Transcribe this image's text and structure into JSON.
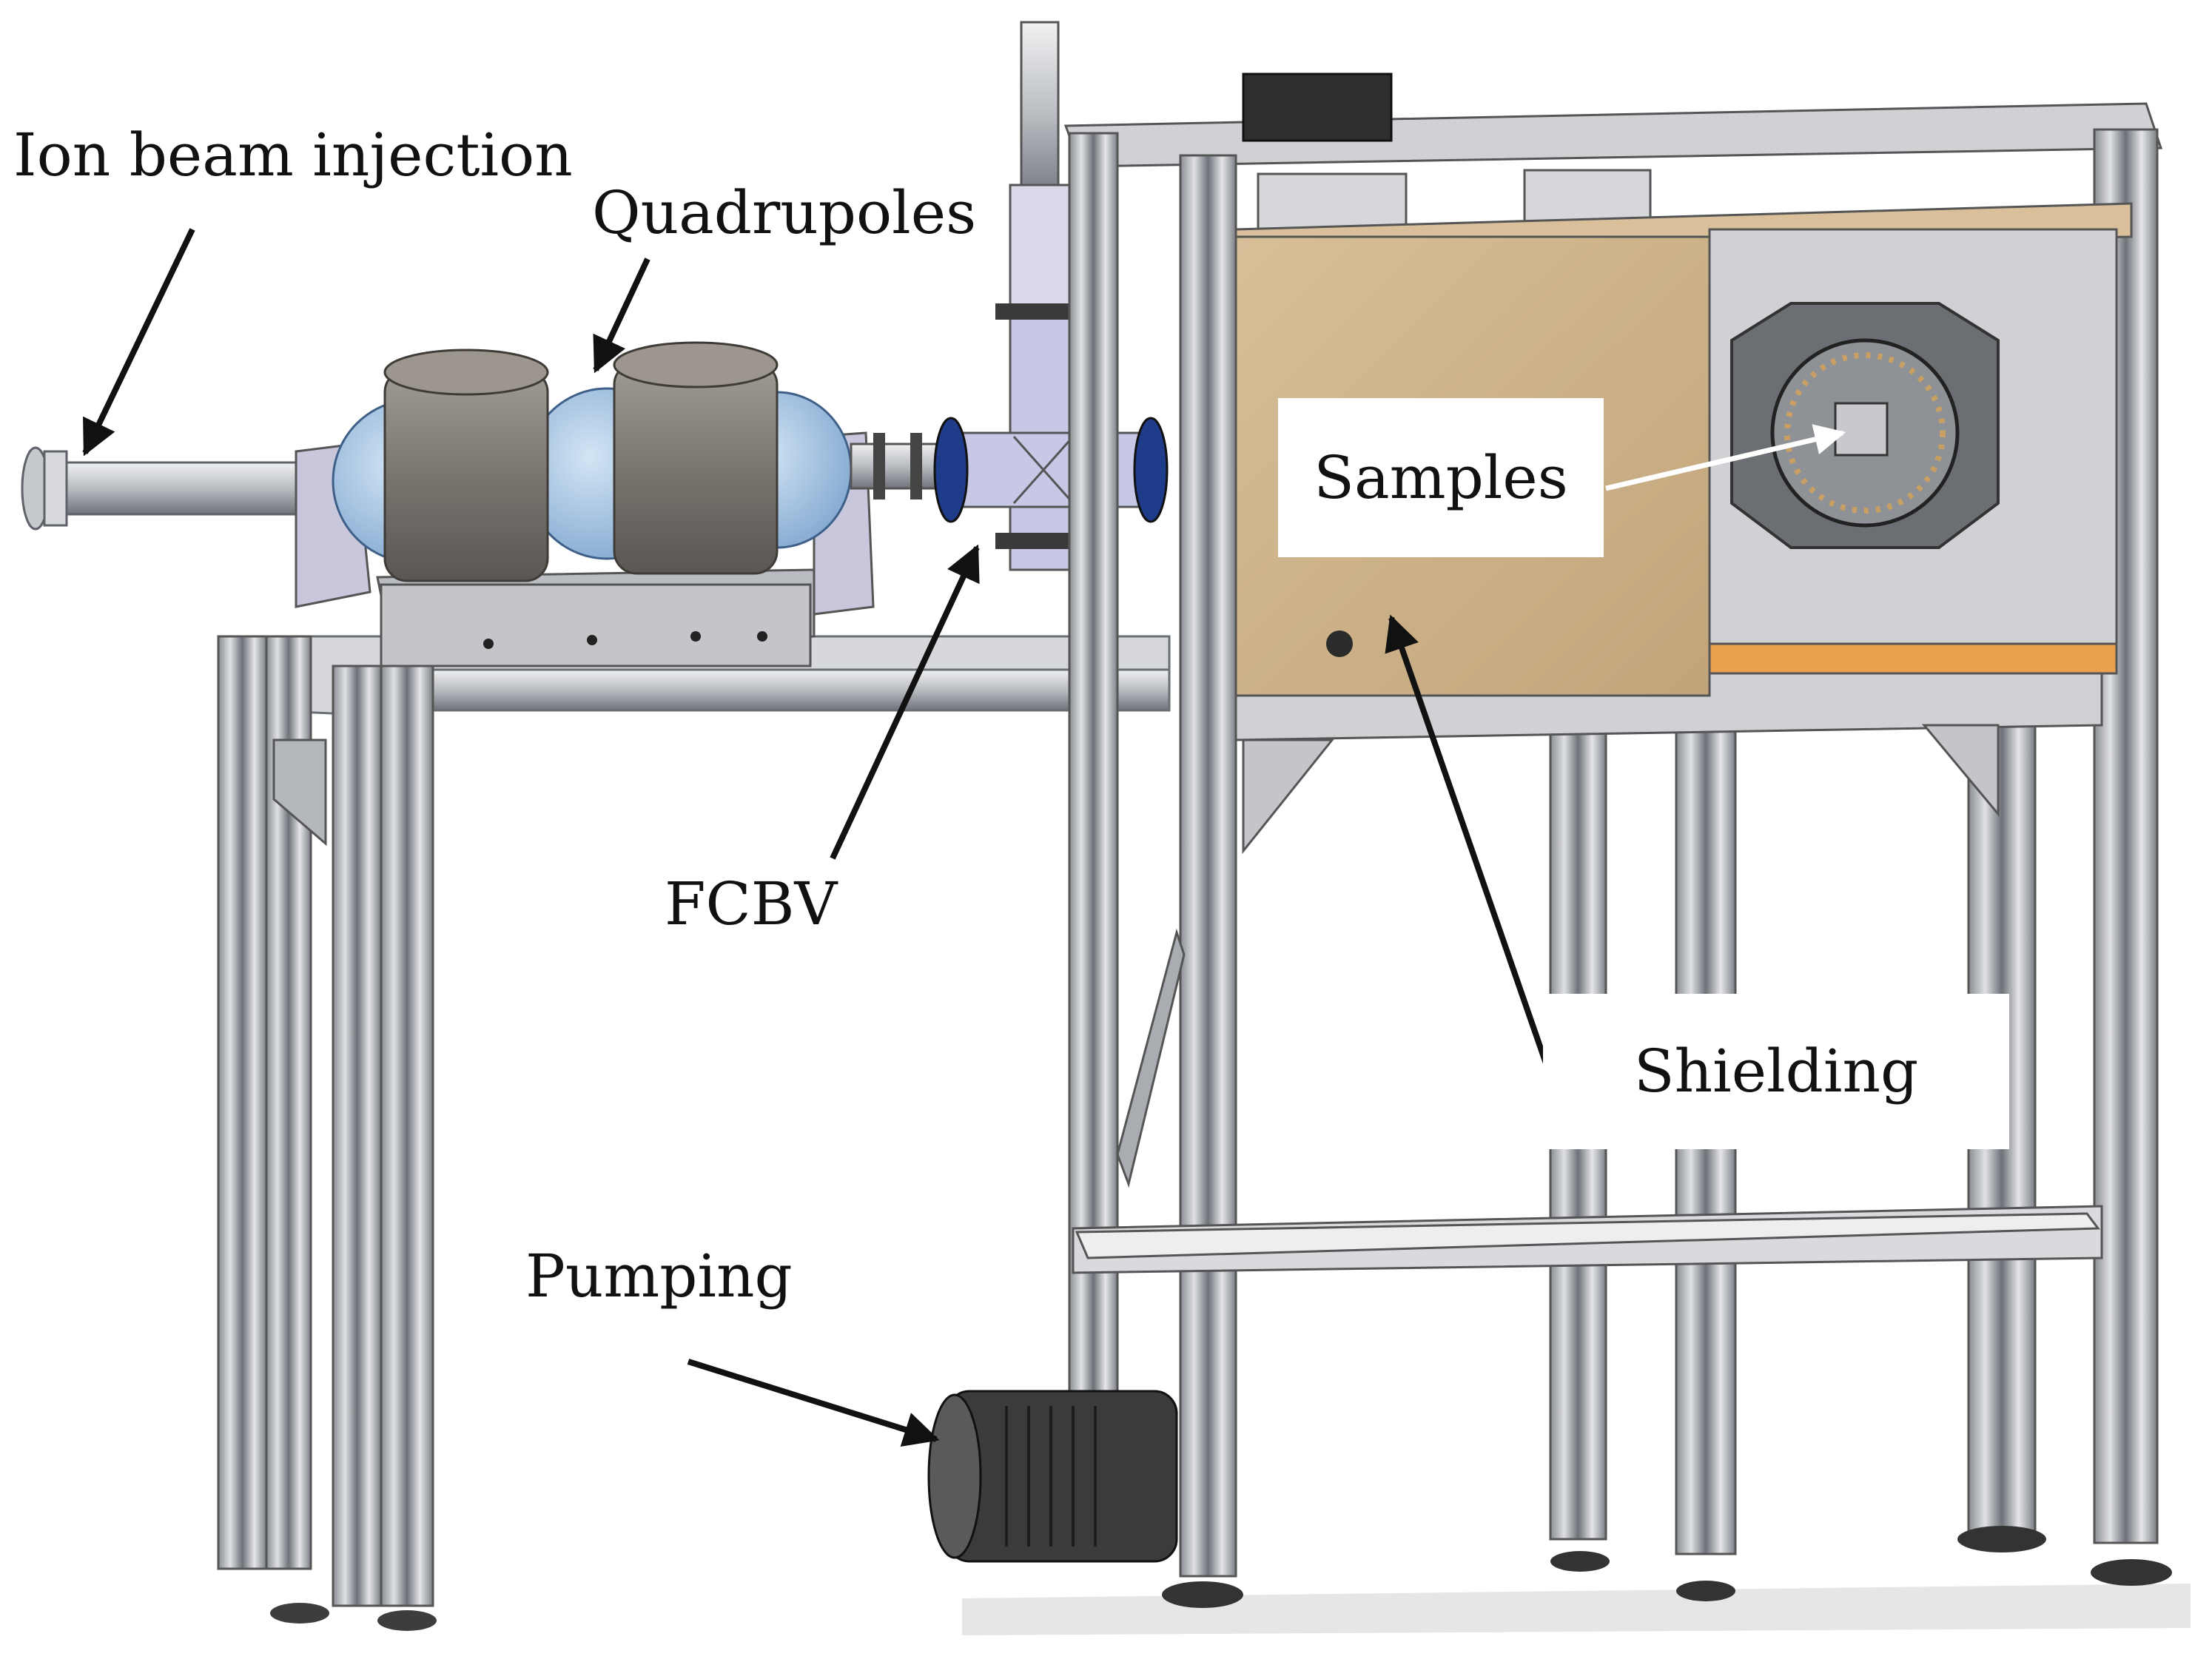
{
  "labels": {
    "ion_beam_injection": "Ion beam injection",
    "quadrupoles": "Quadrupoles",
    "fcbv": "FCBV",
    "samples": "Samples",
    "shielding": "Shielding",
    "pumping": "Pumping"
  },
  "colors": {
    "frame_aluminum": "#c9cbcf",
    "frame_dark": "#5b5f66",
    "shield_tan": "#c9ae86",
    "shield_orange": "#e9a14f",
    "quadrupole_blue": "#9ec1e3",
    "quadrupole_gray": "#7b7570",
    "vacuum_cross": "#c7c8e6",
    "flange_blue": "#1f3c8a",
    "pump_dark": "#3b3b3b",
    "arrow": "#111111"
  }
}
